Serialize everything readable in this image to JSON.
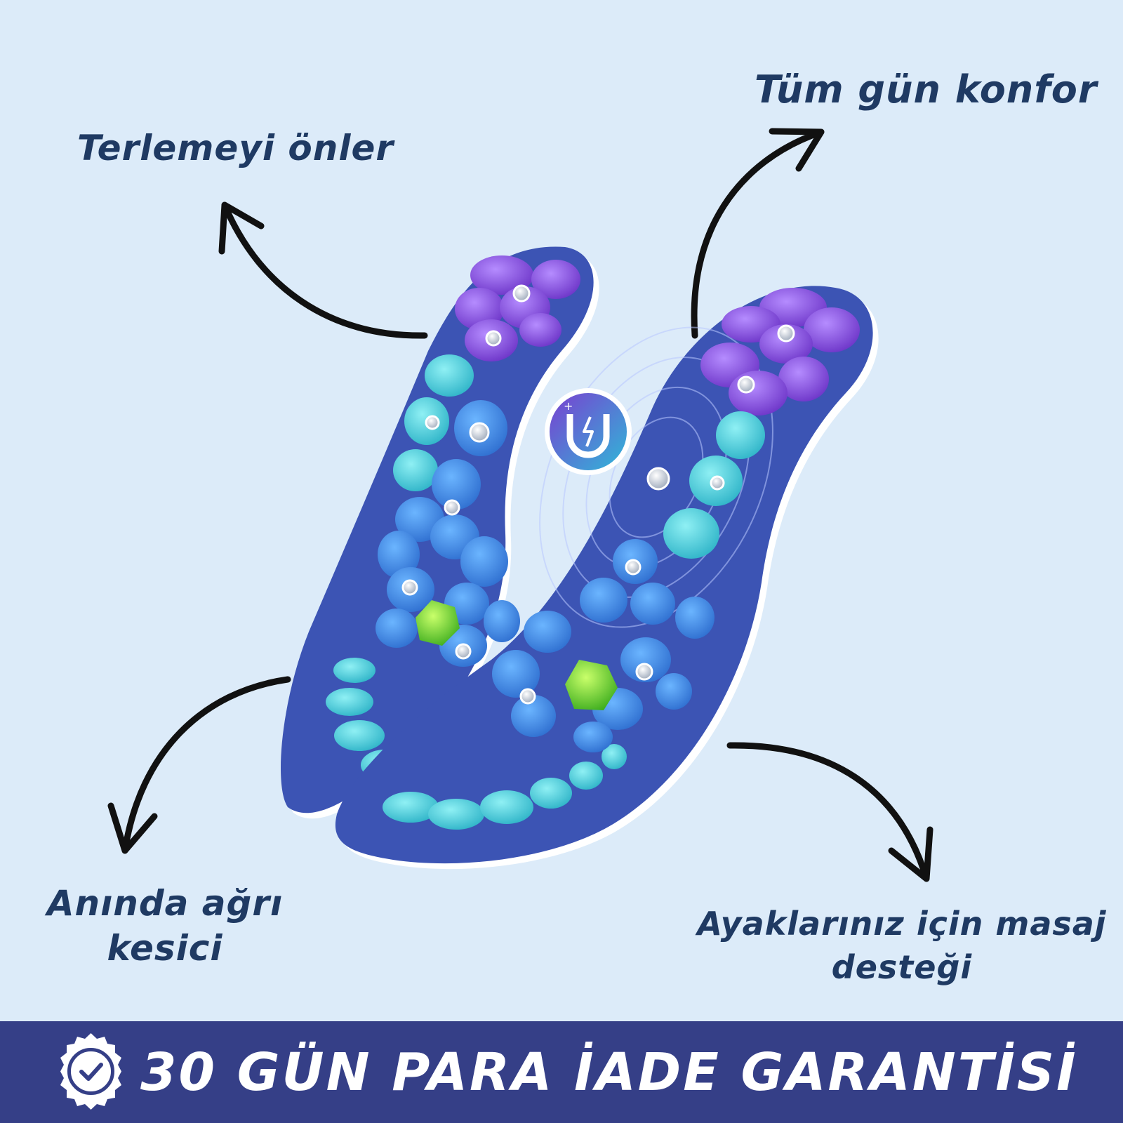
{
  "features": {
    "top_left": "Terlemeyi önler",
    "top_right": "Tüm gün konfor",
    "bottom_left_line1": "Anında ağrı",
    "bottom_left_line2": "kesici",
    "bottom_right_line1": "Ayaklarınız için masaj",
    "bottom_right_line2": "desteği"
  },
  "banner": {
    "text": "30 GÜN PARA İADE GARANTİSİ",
    "icon": "verified-badge-icon"
  },
  "product": {
    "name": "massage-insoles-image",
    "center_icon": "magnet-lightning-icon"
  },
  "colors": {
    "background": "#dcebf9",
    "text": "#1f3a63",
    "banner": "#353f87",
    "insole_base": "#3c54b4",
    "nodes_blue": "#3a8ae0",
    "nodes_cyan": "#3ec7d6",
    "nodes_purple": "#8a4fd6",
    "node_green": "#5fd23a"
  }
}
